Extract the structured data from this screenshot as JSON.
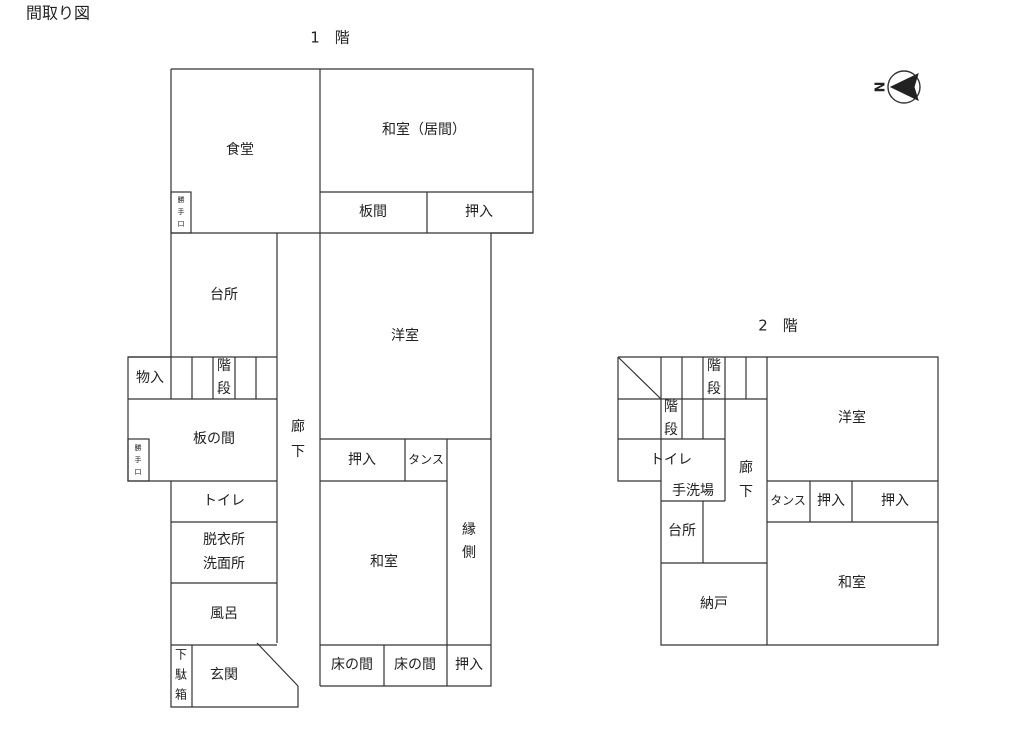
{
  "title": "間取り図",
  "floors": {
    "first": "1　階",
    "second": "2　階"
  },
  "north": "N",
  "rooms_1f": {
    "dining": "食堂",
    "washitsu_ima": "和室（居間）",
    "itama": "板間",
    "oshiire_top": "押入",
    "katteguchi": [
      "勝",
      "手",
      "口"
    ],
    "kitchen": "台所",
    "monoire": "物入",
    "stairs": [
      "階",
      "段"
    ],
    "ita_no_ma": "板の間",
    "katteguchi_2": [
      "勝",
      "手",
      "口"
    ],
    "toilet": "トイレ",
    "datsuijo": [
      "脱衣所",
      "洗面所"
    ],
    "furo": "風呂",
    "getabako": [
      "下",
      "駄",
      "箱"
    ],
    "genkan": "玄関",
    "rouka": [
      "廊",
      "下"
    ],
    "youshitsu": "洋室",
    "oshiire_mid": "押入",
    "tansu": "タンス",
    "washitsu": "和室",
    "engawa": [
      "縁",
      "側"
    ],
    "tokonoma_1": "床の間",
    "tokonoma_2": "床の間",
    "oshiire_bottom": "押入"
  },
  "rooms_2f": {
    "stairs_top": [
      "階",
      "段"
    ],
    "stairs_left": [
      "階",
      "段"
    ],
    "toilet": "トイレ",
    "tearaiba": "手洗場",
    "rouka": [
      "廊",
      "下"
    ],
    "kitchen": "台所",
    "nando": "納戸",
    "youshitsu": "洋室",
    "tansu": "タンス",
    "oshiire_1": "押入",
    "oshiire_2": "押入",
    "washitsu": "和室"
  }
}
